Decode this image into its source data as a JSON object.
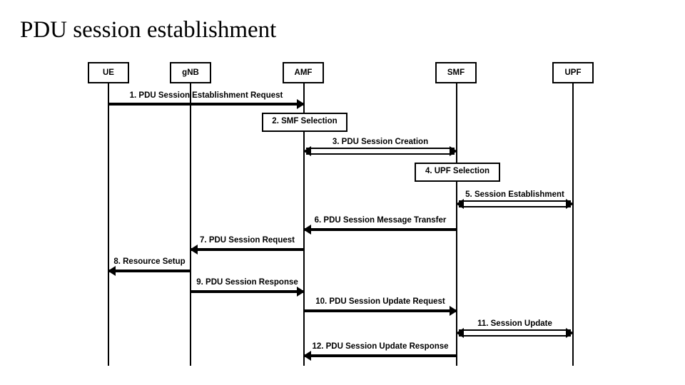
{
  "title": "PDU session establishment",
  "colors": {
    "background": "#ffffff",
    "foreground": "#000000"
  },
  "diagram_type": "sequence-diagram",
  "actors": [
    {
      "label": "UE"
    },
    {
      "label": "gNB"
    },
    {
      "label": "AMF"
    },
    {
      "label": "SMF"
    },
    {
      "label": "UPF"
    }
  ],
  "messages": [
    {
      "label": "1. PDU Session Establishment Request",
      "from": "UE",
      "to": "AMF",
      "type": "message",
      "direction": "right"
    },
    {
      "label": "2. SMF Selection",
      "actor": "AMF",
      "type": "action"
    },
    {
      "label": "3. PDU Session Creation",
      "from": "AMF",
      "to": "SMF",
      "type": "message",
      "direction": "both"
    },
    {
      "label": "4. UPF Selection",
      "actor": "SMF",
      "type": "action"
    },
    {
      "label": "5. Session Establishment",
      "from": "SMF",
      "to": "UPF",
      "type": "message",
      "direction": "both"
    },
    {
      "label": "6. PDU Session Message Transfer",
      "from": "SMF",
      "to": "AMF",
      "type": "message",
      "direction": "left"
    },
    {
      "label": "7. PDU Session Request",
      "from": "AMF",
      "to": "gNB",
      "type": "message",
      "direction": "left"
    },
    {
      "label": "8. Resource Setup",
      "from": "gNB",
      "to": "UE",
      "type": "message",
      "direction": "left"
    },
    {
      "label": "9. PDU Session Response",
      "from": "gNB",
      "to": "AMF",
      "type": "message",
      "direction": "right"
    },
    {
      "label": "10. PDU Session Update Request",
      "from": "AMF",
      "to": "SMF",
      "type": "message",
      "direction": "right"
    },
    {
      "label": "11. Session Update",
      "from": "SMF",
      "to": "UPF",
      "type": "message",
      "direction": "both"
    },
    {
      "label": "12. PDU Session Update Response",
      "from": "SMF",
      "to": "AMF",
      "type": "message",
      "direction": "left"
    }
  ]
}
